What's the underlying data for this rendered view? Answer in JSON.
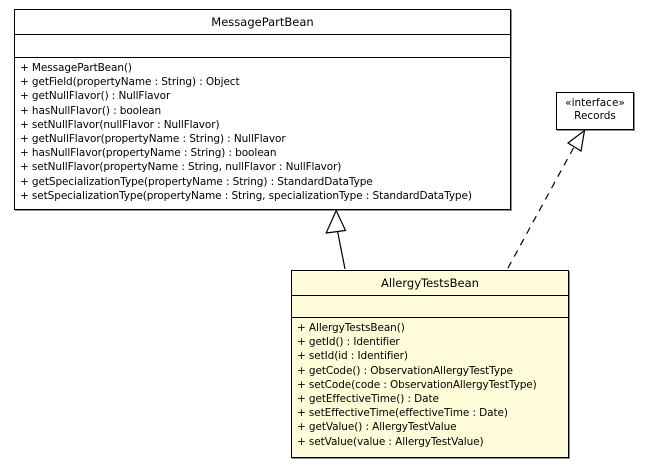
{
  "diagram": {
    "type": "uml-class-diagram",
    "background_color": "#FFFFFF",
    "line_color": "#000000",
    "highlight_fill": "#FFFDD9"
  },
  "classes": {
    "message_part_bean": {
      "name": "MessagePartBean",
      "attributes": [],
      "operations": [
        "+ MessagePartBean()",
        "+ getField(propertyName : String) : Object",
        "+ getNullFlavor() : NullFlavor",
        "+ hasNullFlavor() : boolean",
        "+ setNullFlavor(nullFlavor : NullFlavor)",
        "+ getNullFlavor(propertyName : String) : NullFlavor",
        "+ hasNullFlavor(propertyName : String) : boolean",
        "+ setNullFlavor(propertyName : String, nullFlavor : NullFlavor)",
        "+ getSpecializationType(propertyName : String) : StandardDataType",
        "+ setSpecializationType(propertyName : String, specializationType : StandardDataType)"
      ]
    },
    "records": {
      "stereotype": "«interface»",
      "name": "Records"
    },
    "allergy_tests_bean": {
      "name": "AllergyTestsBean",
      "attributes": [],
      "operations": [
        "+ AllergyTestsBean()",
        "+ getId() : Identifier",
        "+ setId(id : Identifier)",
        "+ getCode() : ObservationAllergyTestType",
        "+ setCode(code : ObservationAllergyTestType)",
        "+ getEffectiveTime() : Date",
        "+ setEffectiveTime(effectiveTime : Date)",
        "+ getValue() : AllergyTestValue",
        "+ setValue(value : AllergyTestValue)"
      ]
    }
  },
  "relationships": [
    {
      "id": "generalization",
      "kind": "generalization",
      "from": "allergy_tests_bean",
      "to": "message_part_bean",
      "line_style": "solid",
      "arrow_head": "hollow-triangle"
    },
    {
      "id": "realization",
      "kind": "realization",
      "from": "allergy_tests_bean",
      "to": "records",
      "line_style": "dashed",
      "arrow_head": "hollow-triangle"
    }
  ]
}
